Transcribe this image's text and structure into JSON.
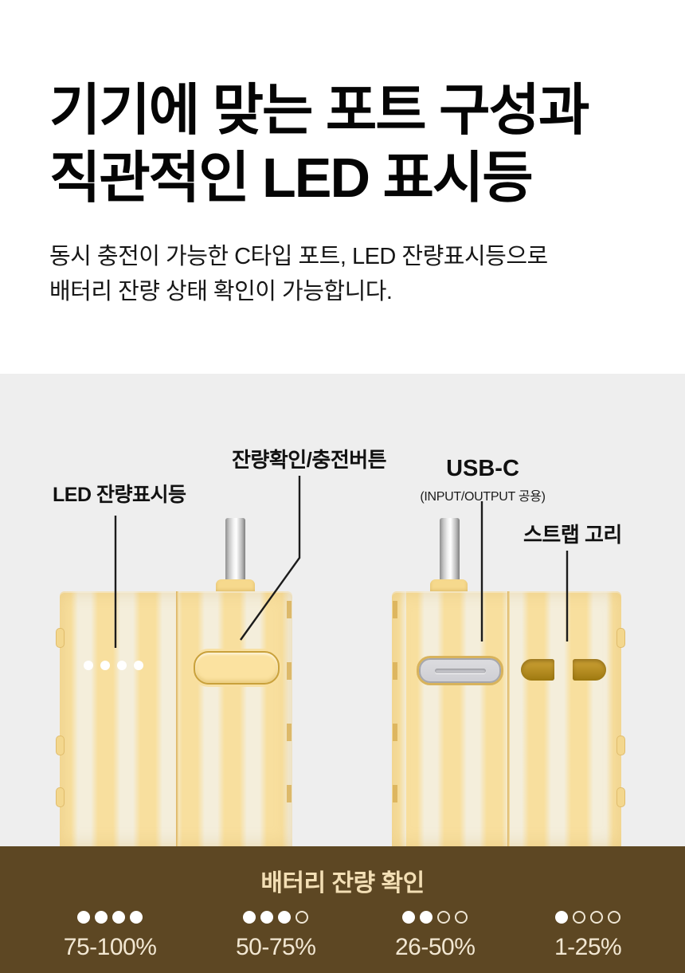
{
  "hero": {
    "title_line1": "기기에 맞는 포트 구성과",
    "title_line2": "직관적인 LED 표시등",
    "subtitle_line1": "동시 충전이 가능한 C타입 포트, LED 잔량표시등으로",
    "subtitle_line2": "배터리 잔량 상태 확인이 가능합니다."
  },
  "diagram": {
    "background": "#EEEEEE",
    "labels": {
      "led_indicator": "LED 잔량표시등",
      "check_charge_button": "잔량확인/충전버튼",
      "usbc": "USB-C",
      "usbc_sub": "(INPUT/OUTPUT 공용)",
      "strap_loop": "스트랩 고리"
    },
    "led_indicator": {
      "filled": 4,
      "total": 4
    },
    "colors": {
      "body_yellow": "#F8DF9E",
      "stripe_cream": "#F4EEDB",
      "button_fill": "#FBE2A0",
      "button_border": "#C9A13B",
      "port_gray": "#D2D2D6",
      "strap_hole_gold": "#B28A1E",
      "leader_line": "#1B1B1B"
    }
  },
  "battery": {
    "background": "#5D4723",
    "title": "배터리 잔량 확인",
    "title_color": "#F3DFB5",
    "label_color": "#F2E7D2",
    "levels": [
      {
        "filled": 4,
        "total": 4,
        "label": "75-100%"
      },
      {
        "filled": 3,
        "total": 4,
        "label": "50-75%"
      },
      {
        "filled": 2,
        "total": 4,
        "label": "26-50%"
      },
      {
        "filled": 1,
        "total": 4,
        "label": "1-25%"
      }
    ]
  }
}
